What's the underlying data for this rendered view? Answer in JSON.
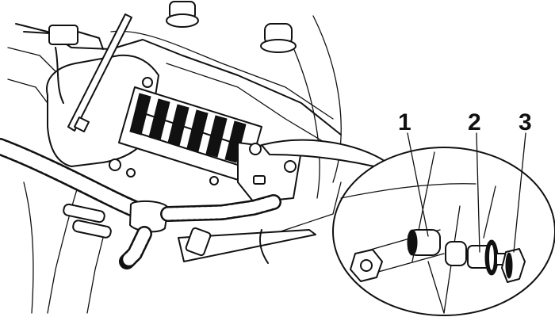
{
  "callouts": [
    {
      "number": "1"
    },
    {
      "number": "2"
    },
    {
      "number": "3"
    }
  ],
  "colors": {
    "ink": "#111111",
    "paper": "#ffffff"
  }
}
